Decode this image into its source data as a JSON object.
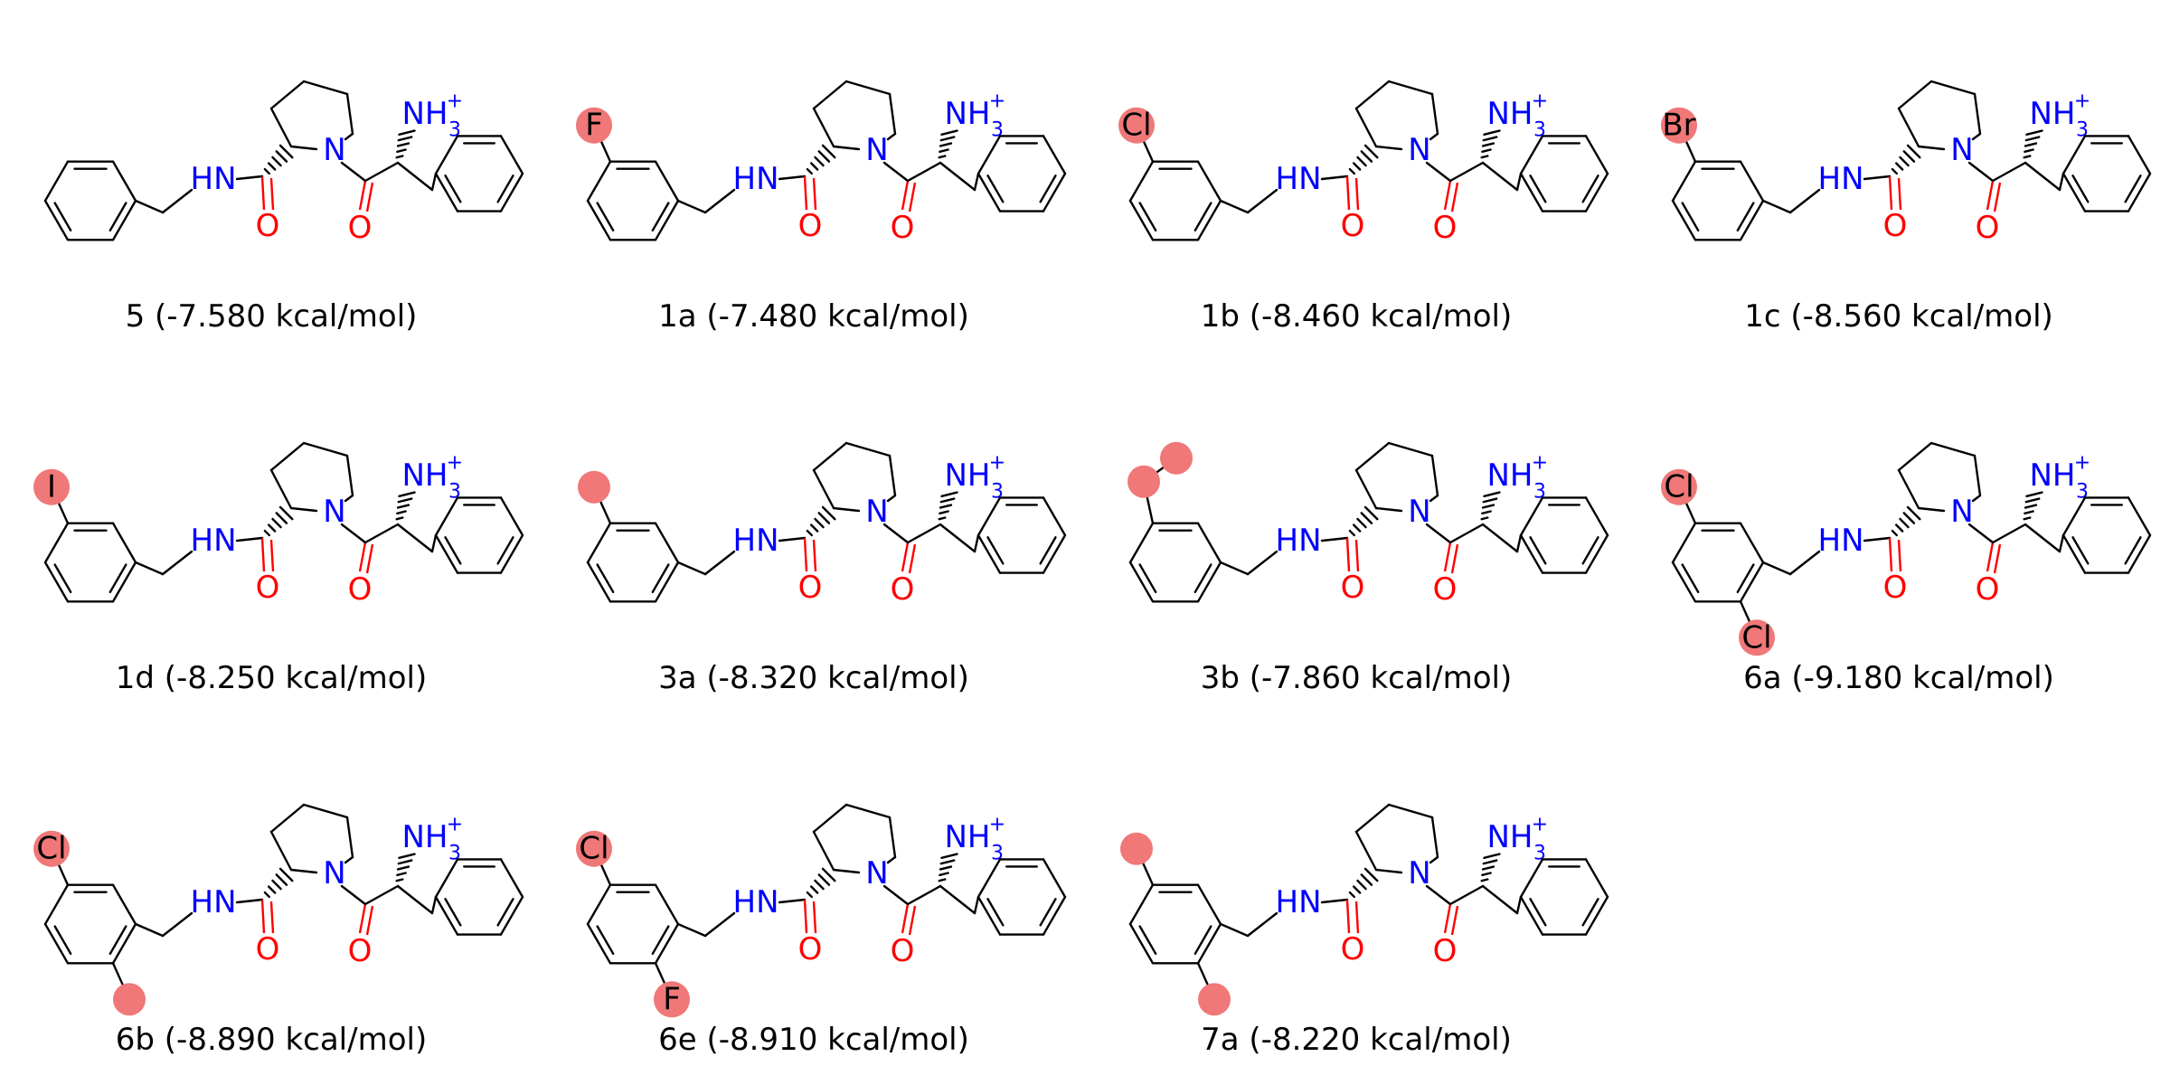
{
  "colors": {
    "carbon": "#000000",
    "nitrogen": "#0000ff",
    "oxygen": "#ff0000",
    "highlight": "#f07878"
  },
  "common_labels": {
    "amide_nh": "HN",
    "ring_n": "N",
    "oxygen": "O",
    "ammonium": "NH",
    "ammonium_sub": "3",
    "ammonium_sup": "+"
  },
  "compounds": [
    {
      "id": "5",
      "caption": "5 (-7.580 kcal/mol)",
      "sub_top": null,
      "sub_bottom": null
    },
    {
      "id": "1a",
      "caption": "1a (-7.480 kcal/mol)",
      "sub_top": "F",
      "sub_bottom": null
    },
    {
      "id": "1b",
      "caption": "1b (-8.460 kcal/mol)",
      "sub_top": "Cl",
      "sub_bottom": null
    },
    {
      "id": "1c",
      "caption": "1c (-8.560 kcal/mol)",
      "sub_top": "Br",
      "sub_bottom": null
    },
    {
      "id": "1d",
      "caption": "1d (-8.250 kcal/mol)",
      "sub_top": "I",
      "sub_bottom": null
    },
    {
      "id": "3a",
      "caption": "3a (-8.320 kcal/mol)",
      "sub_top": "methyl",
      "sub_bottom": null
    },
    {
      "id": "3b",
      "caption": "3b (-7.860 kcal/mol)",
      "sub_top": "ethyl",
      "sub_bottom": null
    },
    {
      "id": "6a",
      "caption": "6a (-9.180 kcal/mol)",
      "sub_top": "Cl",
      "sub_bottom": "Cl"
    },
    {
      "id": "6b",
      "caption": "6b (-8.890 kcal/mol)",
      "sub_top": "Cl",
      "sub_bottom": "methyl"
    },
    {
      "id": "6e",
      "caption": "6e (-8.910 kcal/mol)",
      "sub_top": "Cl",
      "sub_bottom": "F"
    },
    {
      "id": "7a",
      "caption": "7a (-8.220 kcal/mol)",
      "sub_top": "methyl",
      "sub_bottom": "methyl"
    }
  ]
}
